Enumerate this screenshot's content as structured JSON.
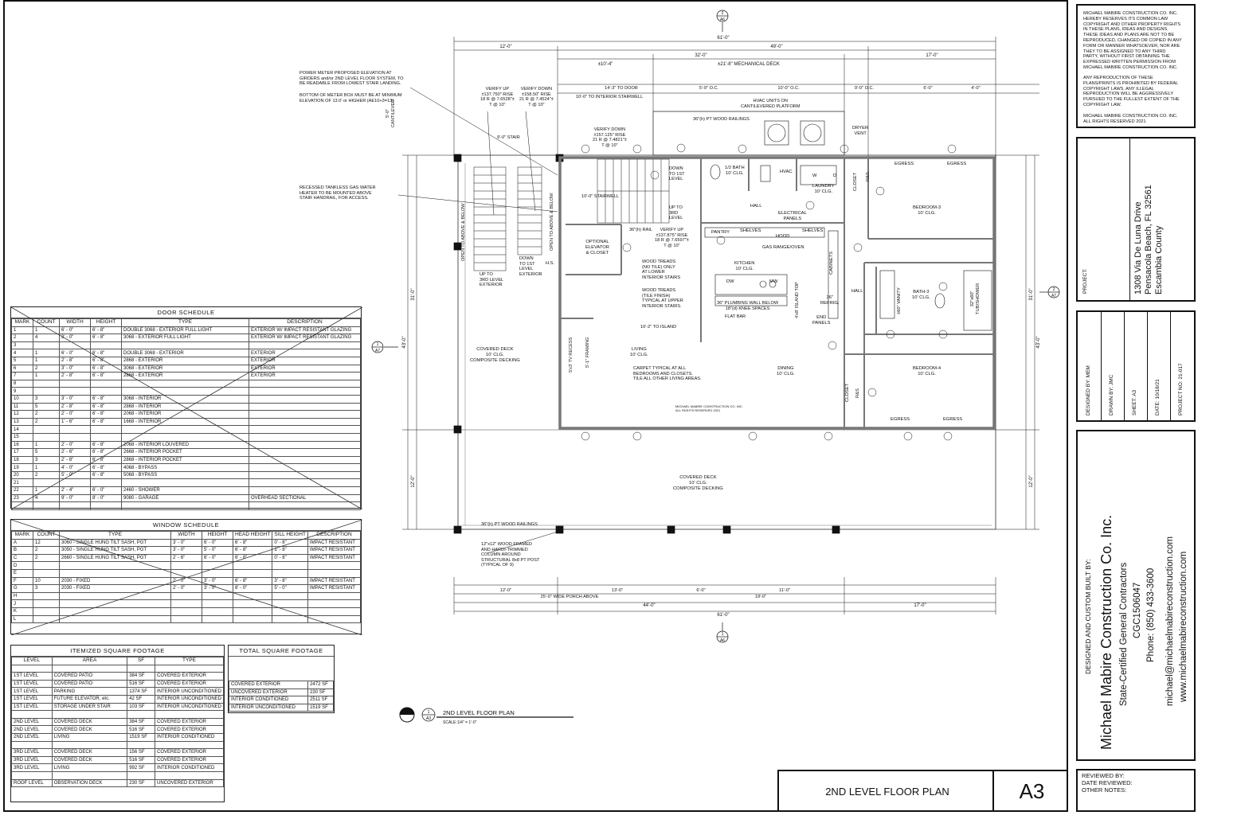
{
  "plan": {
    "title": "2ND LEVEL FLOOR PLAN",
    "detail_mark": "1",
    "detail_sheet": "A3",
    "scale_label": "SCALE:",
    "scale_value": "1/4\" = 1'-0\"",
    "bubble_top_num": "2",
    "bubble_top_sheet": "A6",
    "bubble_bottom_num": "1",
    "bubble_bottom_sheet": "A6",
    "bubble_left_num": "1",
    "bubble_left_sheet": "A7",
    "bubble_right_num": "2",
    "bubble_right_sheet": "A7"
  },
  "dims": {
    "top_overall": "61'-0\"",
    "top_a": "12'-0\"",
    "top_b": "49'-0\"",
    "top_c": "32'-0\"",
    "top_d": "17'-0\"",
    "top_e": "±10'-4\"",
    "top_f": "±21'-8\" MECHANICAL DECK",
    "top_g": "14'-3\" TO DOOR",
    "top_h": "10'-0\" TO INTERIOR STAIRWELL",
    "top_i": "5'-9\" O.C.",
    "top_j": "10'-0\" O.C.",
    "top_k": "9'-0\" O.C.",
    "top_l": "6'-0\"",
    "top_m": "4'-0\"",
    "bottom_overall": "61'-0\"",
    "bottom_a": "44'-0\"",
    "bottom_b": "17'-0\"",
    "bottom_c": "25'-0\" WIDE PORCH ABOVE",
    "bottom_d": "19'-0\"",
    "bottom_e": "12'-0\"",
    "bottom_f": "13'-0\"",
    "bottom_g": "11'-0\"",
    "bottom_h": "6'-0\"",
    "left_overall": "43'-0\"",
    "right_overall": "43'-0\"",
    "left_a": "31'-0\"",
    "left_b": "12'-0\"",
    "right_a": "31'-0\"",
    "right_b": "12'-0\"",
    "cantilever": "5'-0\"\nCANTILEVER"
  },
  "notes": {
    "power_meter": "POWER METER PROPOSED ELEVATION AT\nGIRDERS and/or 2ND LEVEL FLOOR SYSTEM, TO\nBE READABLE FROM LOWEST STAIR LANDING.",
    "meter_box": "BOTTOM OF METER BOX MUST BE AT MINIMUM\nELEVATION OF 13.0' or HIGHER  (AE10+3=13).",
    "water_heater": "RECESSED TANKLESS GAS WATER\nHEATER TO BE MOUNTED ABOVE\nSTAIR HANDRAIL, FOR ACCESS.",
    "verify_up_1": "VERIFY UP\n±137.750\" RISE\n18 R @ 7.6528\"±\nT @ 10\"",
    "verify_down_1": "VERIFY DOWN\n±158.50\" RISE\n21 R @ 7.4524\"±\nT @ 10\"",
    "verify_down_2": "VERIFY DOWN\n±157.125\" RISE\n21 R @ 7.4821\"±\nT @ 10\"",
    "verify_up_2": "VERIFY UP\n±137.875\" RISE\n18 R @ 7.6597\"±\nT @ 10\"",
    "hvac": "HVAC UNITS ON\nCANTILEVERED PLATFORM",
    "railing_top": "36\"(h) PT WOOD RAILINGS",
    "railing_bottom": "36\"(h) PT WOOD RAILINGS",
    "column": "12\"x12\" WOOD FRAMED\nAND HARDI-TRIMMED\nCOLUMN AROUND\nSTRUCTURAL 8x8 PT POST\n(TYPICAL OF 9)",
    "wood_treads_1": "WOOD TREADS\n(NO TILE) ONLY\nAT LOWER\nINTERIOR STAIRS",
    "wood_treads_2": "WOOD TREADS\n(TILE FINISH)\nTYPICAL AT UPPER\nINTERIOR STAIRS.",
    "carpet": "CARPET TYPICAL AT ALL\nBEDROOMS AND CLOSETS.\nTILE ALL OTHER LIVING AREAS.",
    "plumbing_wall": "36\" PLUMBING WALL BELOW\n18\"(d) KNEE SPACES",
    "flat_bar": "FLAT BAR",
    "island": "4'x8' ISLAND TOP",
    "rail": "36\"(h) RAIL",
    "copyright_small": "MICHAEL MABIRE CONSTRUCTION CO. INC.\nALL RIGHTS RESERVED 2021",
    "open_below_1": "OPEN TO ABOVE & BELOW",
    "open_below_2": "OPEN TO ABOVE & BELOW",
    "up_3rd": "UP TO\n3RD LEVEL\nEXTERIOR",
    "down_1st": "DOWN\nTO 1ST\nLEVEL\nEXTERIOR",
    "down_1st_int": "DOWN\nTO 1ST\nLEVEL",
    "up_3rd_int": "UP TO\n3RD\nLEVEL",
    "stair_label": "9'-0\" STAIR",
    "stairwell": "10'-0\" STAIRWELL",
    "tv_recess": "5'x3' TV RECESS",
    "framing": "5'-1\" FRAMING",
    "hs": "H.S.",
    "to_island": "10'-2\" TO ISLAND"
  },
  "rooms": {
    "covered_deck_left": "COVERED DECK\n10' CLG.\nCOMPOSITE DECKING",
    "covered_deck_bottom": "COVERED DECK\n10' CLG.\nCOMPOSITE DECKING",
    "living": "LIVING\n10' CLG.",
    "dining": "DINING\n10' CLG.",
    "kitchen": "KITCHEN\n10' CLG.",
    "bath_half": "1/2 BATH\n10' CLG.",
    "laundry": "LAUNDRY\n10' CLG.",
    "bedroom3": "BEDROOM-3\n10' CLG.",
    "bedroom4": "BEDROOM-4\n10' CLG.",
    "bath3": "BATH-3\n10' CLG.",
    "hall1": "HALL",
    "hall2": "HALL",
    "pantry": "PANTRY",
    "shelves1": "SHELVES",
    "shelves2": "SHELVES",
    "hood": "HOOD",
    "range": "GAS RANGE/OVEN",
    "cabinets": "CABINETS",
    "refrig": "36\"\nREFRIG.",
    "end_panels": "END\nPANELS",
    "elevator": "OPTIONAL\nELEVATOR\n& CLOSET",
    "electrical": "ELECTRICAL\nPANELS",
    "hvac_box": "HVAC",
    "dryer_vent": "DRYER\nVENT",
    "closet1": "CLOSET",
    "closet2": "CLOSET",
    "rs1": "R&S",
    "rs2": "R&S",
    "egress1": "EGRESS",
    "egress2": "EGRESS",
    "egress3": "EGRESS",
    "egress4": "EGRESS",
    "vanity": "±60\" VANITY",
    "tub": "32\"x60\"\nTUB/SHOWER",
    "dw": "DW",
    "mw": "MW",
    "w": "W",
    "d": "D"
  },
  "door_schedule": {
    "title": "DOOR SCHEDULE",
    "headers": [
      "MARK",
      "COUNT",
      "WIDTH",
      "HEIGHT",
      "TYPE",
      "DESCRIPTION"
    ],
    "rows": [
      [
        "1",
        "1",
        "6' - 0\"",
        "6' - 8\"",
        "DOUBLE 3068 - EXTERIOR FULL LIGHT",
        "EXTERIOR W/ IMPACT RESISTANT GLAZING"
      ],
      [
        "2",
        "4",
        "3' - 0\"",
        "6' - 8\"",
        "3068 - EXTERIOR FULL LIGHT",
        "EXTERIOR W/ IMPACT RESISTANT GLAZING"
      ],
      [
        "3",
        "",
        "",
        "",
        "",
        ""
      ],
      [
        "4",
        "1",
        "6' - 0\"",
        "6' - 8\"",
        "DOUBLE 3068 - EXTERIOR",
        "EXTERIOR"
      ],
      [
        "5",
        "1",
        "2' - 8\"",
        "6' - 8\"",
        "2868 - EXTERIOR",
        "EXTERIOR"
      ],
      [
        "6",
        "2",
        "3' - 0\"",
        "6' - 8\"",
        "3068 - EXTERIOR",
        "EXTERIOR"
      ],
      [
        "7",
        "1",
        "2' - 8\"",
        "6' - 8\"",
        "2868 - EXTERIOR",
        "EXTERIOR"
      ],
      [
        "8",
        "",
        "",
        "",
        "",
        ""
      ],
      [
        "9",
        "",
        "",
        "",
        "",
        ""
      ],
      [
        "10",
        "3",
        "3' - 0\"",
        "6' - 8\"",
        "3068 - INTERIOR",
        ""
      ],
      [
        "11",
        "5",
        "2' - 8\"",
        "6' - 8\"",
        "2868 - INTERIOR",
        ""
      ],
      [
        "12",
        "2",
        "2' - 0\"",
        "6' - 8\"",
        "2068 - INTERIOR",
        ""
      ],
      [
        "13",
        "2",
        "1' - 6\"",
        "6' - 8\"",
        "1668 - INTERIOR",
        ""
      ],
      [
        "14",
        "",
        "",
        "",
        "",
        ""
      ],
      [
        "15",
        "",
        "",
        "",
        "",
        ""
      ],
      [
        "16",
        "1",
        "2' - 0\"",
        "6' - 8\"",
        "2068 - INTERIOR LOUVERED",
        ""
      ],
      [
        "17",
        "5",
        "2' - 6\"",
        "6' - 8\"",
        "2668 - INTERIOR POCKET",
        ""
      ],
      [
        "18",
        "3",
        "2' - 8\"",
        "6' - 8\"",
        "2868 - INTERIOR POCKET",
        ""
      ],
      [
        "19",
        "1",
        "4' - 0\"",
        "6' - 8\"",
        "4068 - BYPASS",
        ""
      ],
      [
        "20",
        "2",
        "5' - 0\"",
        "6' - 8\"",
        "5068 - BYPASS",
        ""
      ],
      [
        "21",
        "",
        "",
        "",
        "",
        ""
      ],
      [
        "22",
        "1",
        "2' - 4\"",
        "6' - 0\"",
        "2460 - SHOWER",
        ""
      ],
      [
        "23",
        "4",
        "9' - 0\"",
        "8' - 0\"",
        "9080 - GARAGE",
        "OVERHEAD SECTIONAL"
      ],
      [
        "",
        "",
        "",
        "",
        "",
        ""
      ]
    ]
  },
  "window_schedule": {
    "title": "WINDOW SCHEDULE",
    "headers": [
      "MARK",
      "COUNT",
      "TYPE",
      "WIDTH",
      "HEIGHT",
      "HEAD HEIGHT",
      "SILL HEIGHT",
      "DESCRIPTION"
    ],
    "rows": [
      [
        "A",
        "12",
        "3060 - SINGLE HUNG TILT SASH, PGT",
        "3' - 0\"",
        "6' - 0\"",
        "6' - 8\"",
        "0' - 8\"",
        "IMPACT RESISTANT"
      ],
      [
        "B",
        "2",
        "3050 - SINGLE HUNG TILT SASH, PGT",
        "3' - 0\"",
        "5' - 0\"",
        "6' - 8\"",
        "1' - 8\"",
        "IMPACT RESISTANT"
      ],
      [
        "C",
        "2",
        "2660 - SINGLE HUNG TILT SASH, PGT",
        "2' - 6\"",
        "6' - 0\"",
        "6' - 8\"",
        "0' - 8\"",
        "IMPACT RESISTANT"
      ],
      [
        "D",
        "",
        "",
        "",
        "",
        "",
        "",
        ""
      ],
      [
        "E",
        "",
        "",
        "",
        "",
        "",
        "",
        ""
      ],
      [
        "F",
        "10",
        "2030 - FIXED",
        "2' - 0\"",
        "3' - 0\"",
        "6' - 8\"",
        "3' - 8\"",
        "IMPACT RESISTANT"
      ],
      [
        "G",
        "3",
        "2030 - FIXED",
        "2' - 0\"",
        "3' - 0\"",
        "8' - 0\"",
        "5' - 0\"",
        "IMPACT RESISTANT"
      ],
      [
        "H",
        "",
        "",
        "",
        "",
        "",
        "",
        ""
      ],
      [
        "J",
        "",
        "",
        "",
        "",
        "",
        "",
        ""
      ],
      [
        "K",
        "",
        "",
        "",
        "",
        "",
        "",
        ""
      ],
      [
        "L",
        "",
        "",
        "",
        "",
        "",
        "",
        ""
      ]
    ]
  },
  "itemized": {
    "title": "ITEMIZED SQUARE FOOTAGE",
    "headers": [
      "LEVEL",
      "AREA",
      "SF",
      "TYPE"
    ],
    "rows": [
      [
        "",
        "",
        "",
        ""
      ],
      [
        "1ST LEVEL",
        "COVERED PATIO",
        "384 SF",
        "COVERED EXTERIOR"
      ],
      [
        "1ST LEVEL",
        "COVERED PATIO",
        "516 SF",
        "COVERED EXTERIOR"
      ],
      [
        "1ST LEVEL",
        "PARKING",
        "1374 SF",
        "INTERIOR UNCONDITIONED"
      ],
      [
        "1ST LEVEL",
        "FUTURE ELEVATOR, etc.",
        "42 SF",
        "INTERIOR UNCONDITIONED"
      ],
      [
        "1ST LEVEL",
        "STORAGE UNDER STAIR",
        "103 SF",
        "INTERIOR UNCONDITIONED"
      ],
      [
        "",
        "",
        "",
        ""
      ],
      [
        "2ND LEVEL",
        "COVERED DECK",
        "384 SF",
        "COVERED EXTERIOR"
      ],
      [
        "2ND LEVEL",
        "COVERED DECK",
        "516 SF",
        "COVERED EXTERIOR"
      ],
      [
        "2ND LEVEL",
        "LIVING",
        "1519 SF",
        "INTERIOR CONDITIONED"
      ],
      [
        "",
        "",
        "",
        ""
      ],
      [
        "3RD LEVEL",
        "COVERED DECK",
        "156 SF",
        "COVERED EXTERIOR"
      ],
      [
        "3RD LEVEL",
        "COVERED DECK",
        "516 SF",
        "COVERED EXTERIOR"
      ],
      [
        "3RD LEVEL",
        "LIVING",
        "992 SF",
        "INTERIOR CONDITIONED"
      ],
      [
        "",
        "",
        "",
        ""
      ],
      [
        "ROOF LEVEL",
        "OBSERVATION DECK",
        "230 SF",
        "UNCOVERED EXTERIOR"
      ]
    ]
  },
  "total": {
    "title": "TOTAL SQUARE FOOTAGE",
    "rows": [
      [
        "COVERED EXTERIOR",
        "2472 SF"
      ],
      [
        "UNCOVERED EXTERIOR",
        "230 SF"
      ],
      [
        "INTERIOR CONDITIONED",
        "2511 SF"
      ],
      [
        "INTERIOR UNCONDITIONED",
        "1519 SF"
      ]
    ]
  },
  "titleblock": {
    "copyright_1": "MICHAEL MABIRE CONSTRUCTION CO. INC.\nHEREBY RESERVES ITS COMMON LAW\nCOPYRIGHT AND OTHER PROPERTY RIGHTS\nIN THESE PLANS, IDEAS AND DESIGNS.\nTHESE IDEAS AND PLANS ARE NOT TO BE\nREPRODUCED, CHANGED OR COPIED IN ANY\nFORM OR MANNER WHATSOEVER, NOR ARE\nTHEY TO BE ASSIGNED TO ANY THIRD\nPARTY, WITHOUT FIRST OBTAINING THE\nEXPRESSED WRITTEN PERMISSION FROM\nMICHAEL MABIRE CONSTRUCTION CO. INC.",
    "copyright_2": "ANY REPRODUCTION OF THESE\nPLANS/PRINTS IS PROHIBITED BY FEDERAL\nCOPYRIGHT LAWS.  ANY ILLEGAL\nREPRODUCTION WILL BE AGGRESSIVELY\nPURSUED TO THE FULLEST EXTENT OF THE\nCOPYRIGHT LAW.",
    "copyright_3": "MICHAEL MABIRE CONSTRUCTION CO. INC.\nALL RIGHTS RESERVED 2021",
    "project_label": "PROJECT:",
    "address_1": "1308 Via De Luna Drive",
    "address_2": "Pensacola Beach, FL 32561",
    "address_3": "Escambia County",
    "designed_by": "DESIGNED BY:  MEM",
    "drawn_by": "DRAWN BY:  JMC",
    "sheet": "SHEET:  A3",
    "date": "DATE:  10/18/21",
    "project_no": "PROJECT NO:  21-017",
    "builder_heading": "DESIGNED AND CUSTOM BUILT BY:",
    "company": "Michael Mabire Construction Co. Inc.",
    "tagline": "State-Certified General Contractors",
    "license": "CGC1506047",
    "phone": "Phone:  (850) 433-3600",
    "email": "michael@michaelmabireconstruction.com",
    "website": "www.michaelmabireconstruction.com",
    "sheet_title": "2ND LEVEL FLOOR PLAN",
    "sheet_number": "A3",
    "reviewed_by": "REVIEWED BY:",
    "date_reviewed": "DATE REVIEWED:",
    "other_notes": "OTHER NOTES:"
  },
  "colors": {
    "line": "#111111",
    "wall": "#777777",
    "paper": "#ffffff"
  }
}
